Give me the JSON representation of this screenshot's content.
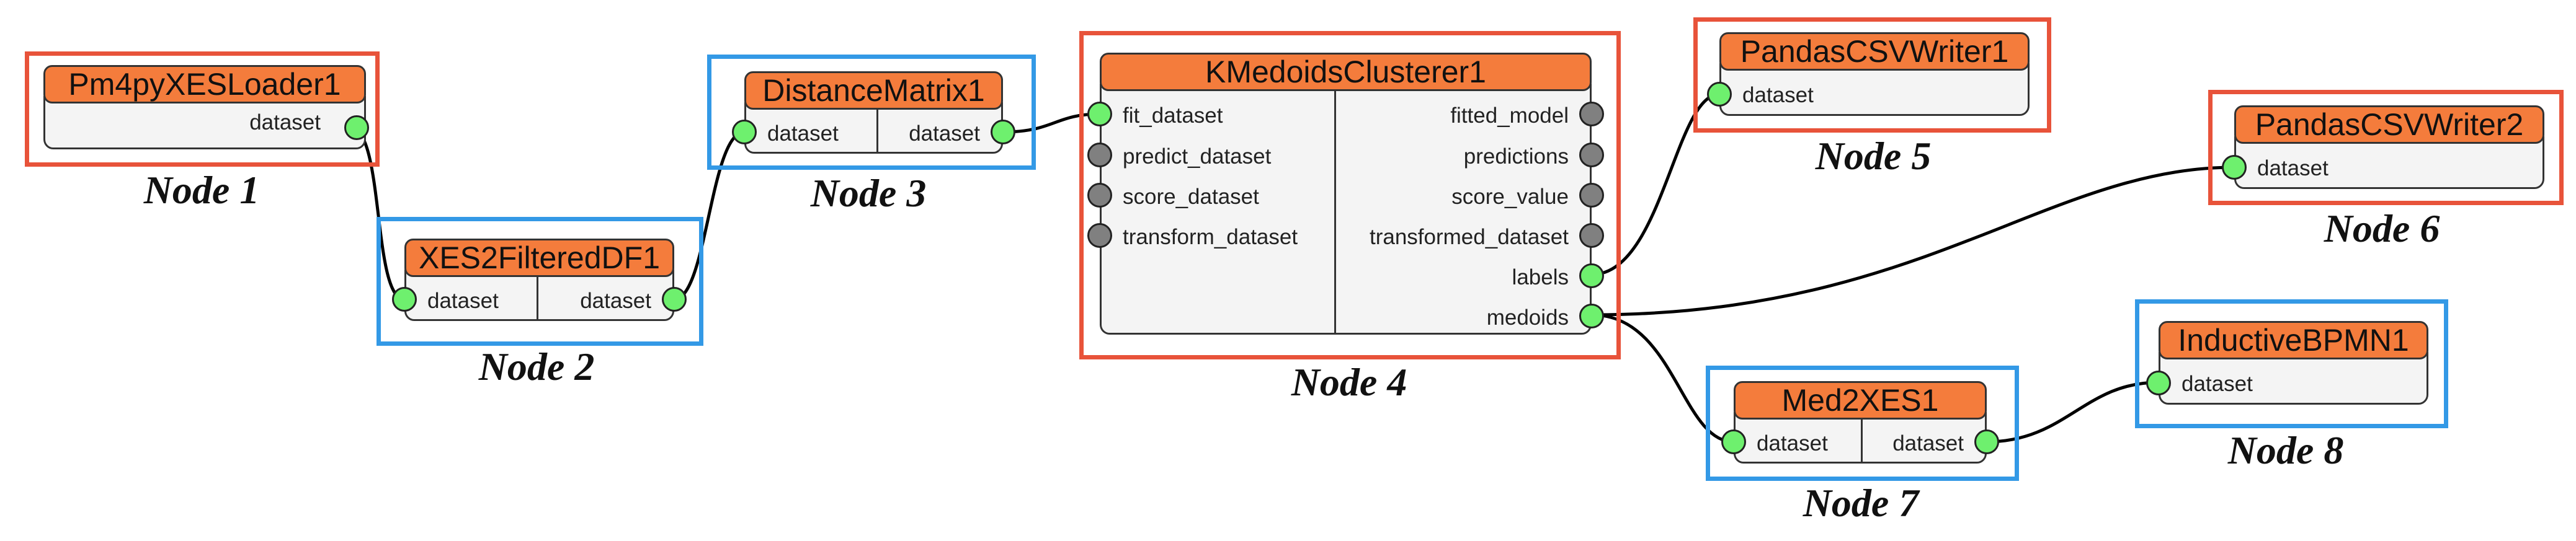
{
  "colors": {
    "header": "#f47c3c",
    "port_connected": "#6ef06e",
    "port_idle": "#808080",
    "frame_red": "#e8533a",
    "frame_blue": "#3399e6"
  },
  "nodes": {
    "n1": {
      "title": "Pm4pyXESLoader1",
      "out": "dataset",
      "caption": "Node 1"
    },
    "n2": {
      "title": "XES2FilteredDF1",
      "in": "dataset",
      "out": "dataset",
      "caption": "Node 2"
    },
    "n3": {
      "title": "DistanceMatrix1",
      "in": "dataset",
      "out": "dataset",
      "caption": "Node 3"
    },
    "n4": {
      "title": "KMedoidsClusterer1",
      "inputs": [
        "fit_dataset",
        "predict_dataset",
        "score_dataset",
        "transform_dataset"
      ],
      "outputs": [
        "fitted_model",
        "predictions",
        "score_value",
        "transformed_dataset",
        "labels",
        "medoids"
      ],
      "caption": "Node 4"
    },
    "n5": {
      "title": "PandasCSVWriter1",
      "in": "dataset",
      "caption": "Node 5"
    },
    "n6": {
      "title": "PandasCSVWriter2",
      "in": "dataset",
      "caption": "Node 6"
    },
    "n7": {
      "title": "Med2XES1",
      "in": "dataset",
      "out": "dataset",
      "caption": "Node 7"
    },
    "n8": {
      "title": "InductiveBPMN1",
      "in": "dataset",
      "caption": "Node 8"
    }
  },
  "edges": [
    {
      "from": "Pm4pyXESLoader1.dataset",
      "to": "XES2FilteredDF1.dataset"
    },
    {
      "from": "XES2FilteredDF1.dataset",
      "to": "DistanceMatrix1.dataset"
    },
    {
      "from": "DistanceMatrix1.dataset",
      "to": "KMedoidsClusterer1.fit_dataset"
    },
    {
      "from": "KMedoidsClusterer1.labels",
      "to": "PandasCSVWriter1.dataset"
    },
    {
      "from": "KMedoidsClusterer1.medoids",
      "to": "PandasCSVWriter2.dataset"
    },
    {
      "from": "KMedoidsClusterer1.medoids",
      "to": "Med2XES1.dataset"
    },
    {
      "from": "Med2XES1.dataset",
      "to": "InductiveBPMN1.dataset"
    }
  ]
}
